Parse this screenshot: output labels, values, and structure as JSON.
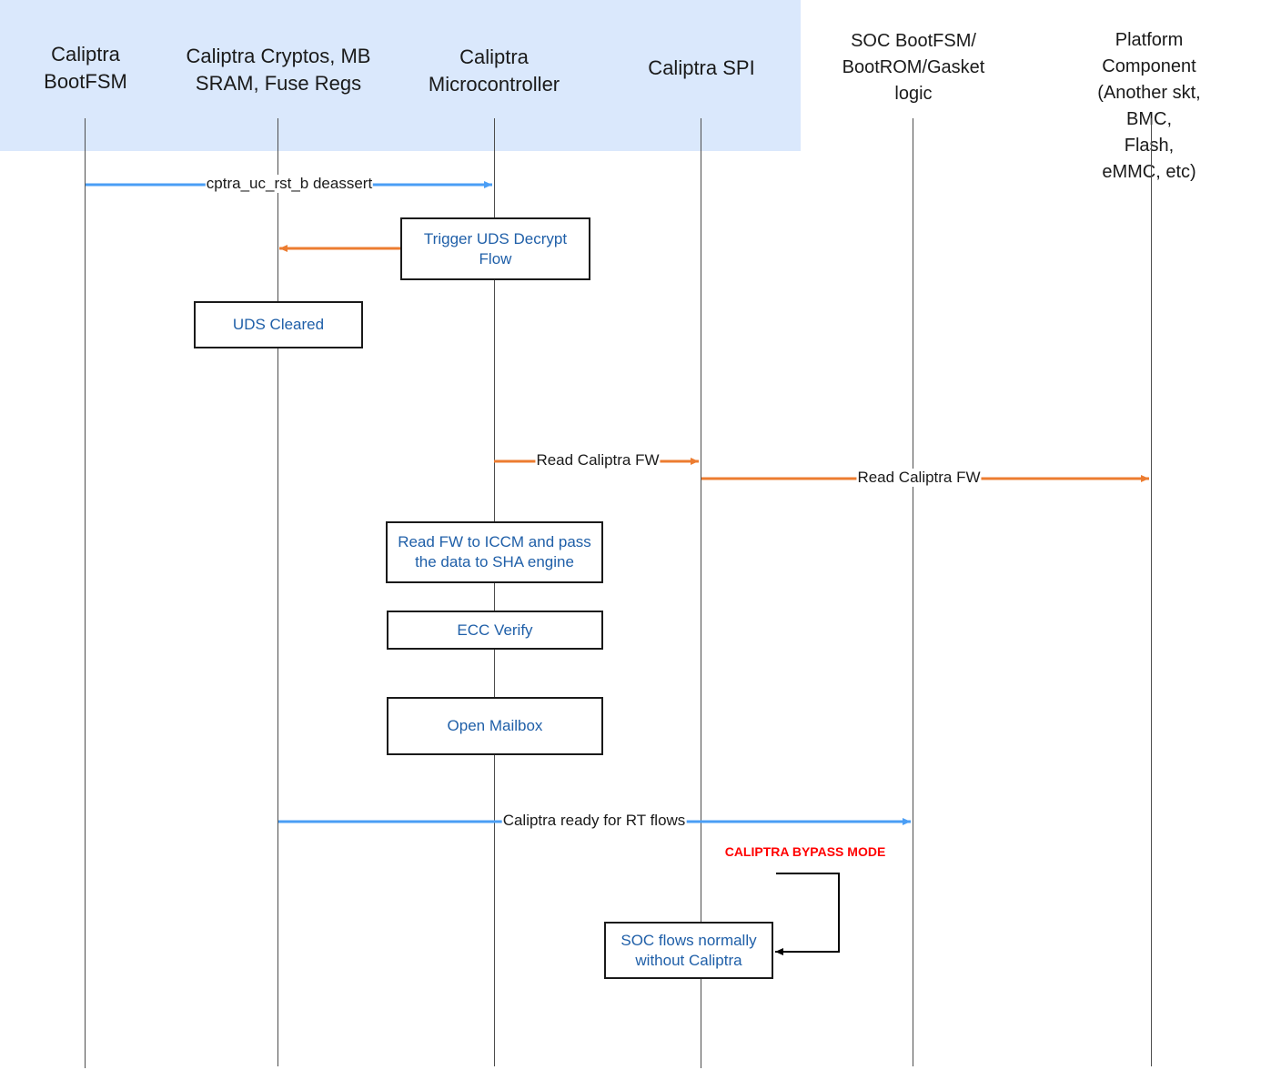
{
  "participants": [
    {
      "label": "Caliptra\nBootFSM"
    },
    {
      "label": "Caliptra Cryptos, MB\nSRAM, Fuse Regs"
    },
    {
      "label": "Caliptra\nMicrocontroller"
    },
    {
      "label": "Caliptra SPI"
    },
    {
      "label": "SOC BootFSM/\nBootROM/Gasket\nlogic"
    },
    {
      "label": "Platform Component\n(Another skt, BMC,\nFlash, eMMC, etc)"
    }
  ],
  "messages": [
    {
      "label": "cptra_uc_rst_b deassert",
      "from": 0,
      "to": 2,
      "color": "#4a9ef5"
    },
    {
      "label": "",
      "from": 2,
      "to": 1,
      "color": "#ec7c30"
    },
    {
      "label": "Read Caliptra FW",
      "from": 2,
      "to": 3,
      "color": "#ec7c30"
    },
    {
      "label": "Read Caliptra FW",
      "from": 3,
      "to": 5,
      "color": "#ec7c30"
    },
    {
      "label": "Caliptra ready for RT flows",
      "from": 1,
      "to": 4,
      "color": "#4a9ef5"
    }
  ],
  "boxes": {
    "trigger_uds": "Trigger UDS Decrypt\nFlow",
    "uds_cleared": "UDS Cleared",
    "read_fw": "Read FW to ICCM and pass\nthe data to SHA engine",
    "ecc_verify": "ECC Verify",
    "open_mailbox": "Open Mailbox",
    "soc_flows": "SOC flows normally\nwithout Caliptra"
  },
  "bypass_label": "CALIPTRA BYPASS MODE",
  "colors": {
    "band": "#dae8fc",
    "blue_arrow": "#4a9ef5",
    "orange_arrow": "#ec7c30",
    "box_text": "#1f5fa8",
    "bypass_text": "#ff0000"
  }
}
